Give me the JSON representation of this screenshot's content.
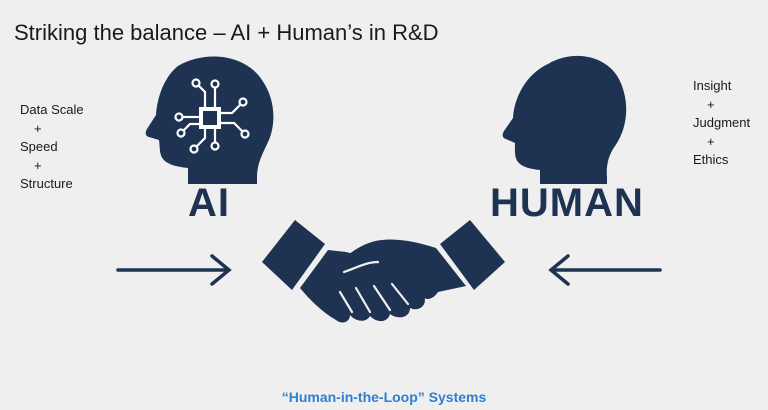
{
  "slide": {
    "title": "Striking the balance – AI + Human’s in R&D",
    "ai": {
      "label": "AI",
      "qualities": [
        "Data Scale",
        "+",
        "Speed",
        "+",
        "Structure"
      ]
    },
    "human": {
      "label": "HUMAN",
      "qualities": [
        "Insight",
        "+",
        "Judgment",
        "+",
        "Ethics"
      ]
    },
    "caption": "“Human-in-the-Loop” Systems"
  },
  "colors": {
    "navy": "#1e3352",
    "caption_blue": "#2f7fd1",
    "background": "#efefef"
  },
  "icons": [
    "ai-head-icon",
    "circuit-chip-icon",
    "human-head-icon",
    "handshake-icon",
    "arrow-right-icon",
    "arrow-left-icon"
  ]
}
